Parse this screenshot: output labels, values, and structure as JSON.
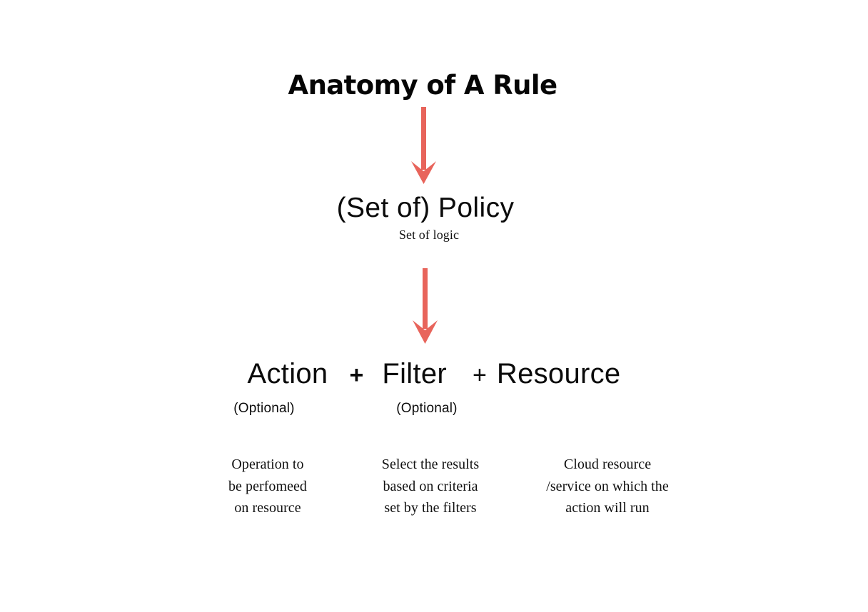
{
  "page": {
    "title": "Anatomy of A Rule",
    "background_color": "#ffffff",
    "text_color": "#0b0b0b",
    "accent_color": "#e8645b"
  },
  "policy": {
    "label": "(Set of) Policy",
    "subtitle": "Set of logic"
  },
  "arrows": [
    {
      "name": "title-to-policy",
      "color": "#e8645b",
      "direction": "down"
    },
    {
      "name": "policy-to-components",
      "color": "#e8645b",
      "direction": "down"
    }
  ],
  "operators": {
    "plus_1": "+",
    "plus_2": "+"
  },
  "components": [
    {
      "id": "action",
      "label": "Action",
      "optional_label": "(Optional)",
      "optional": true,
      "description_lines": [
        "Operation to",
        "be perfomeed",
        "on resource"
      ]
    },
    {
      "id": "filter",
      "label": "Filter",
      "optional_label": "(Optional)",
      "optional": true,
      "description_lines": [
        "Select the results",
        "based on criteria",
        "set by the filters"
      ]
    },
    {
      "id": "resource",
      "label": "Resource",
      "optional_label": "",
      "optional": false,
      "description_lines": [
        "Cloud resource",
        "/service on which the",
        "action will run"
      ]
    }
  ]
}
